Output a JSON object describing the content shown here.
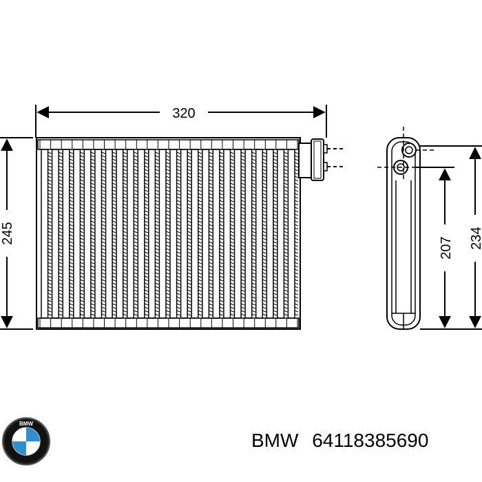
{
  "drawing": {
    "dimensions": {
      "width": "320",
      "height": "245",
      "side_inner_height": "207",
      "side_outer_height": "234"
    }
  },
  "product": {
    "brand": "BMW",
    "part_number": "64118385690",
    "logo_text": "BMW"
  },
  "colors": {
    "line": "#000000",
    "logo_blue": "#2f8fd1",
    "logo_ring": "#111111"
  }
}
